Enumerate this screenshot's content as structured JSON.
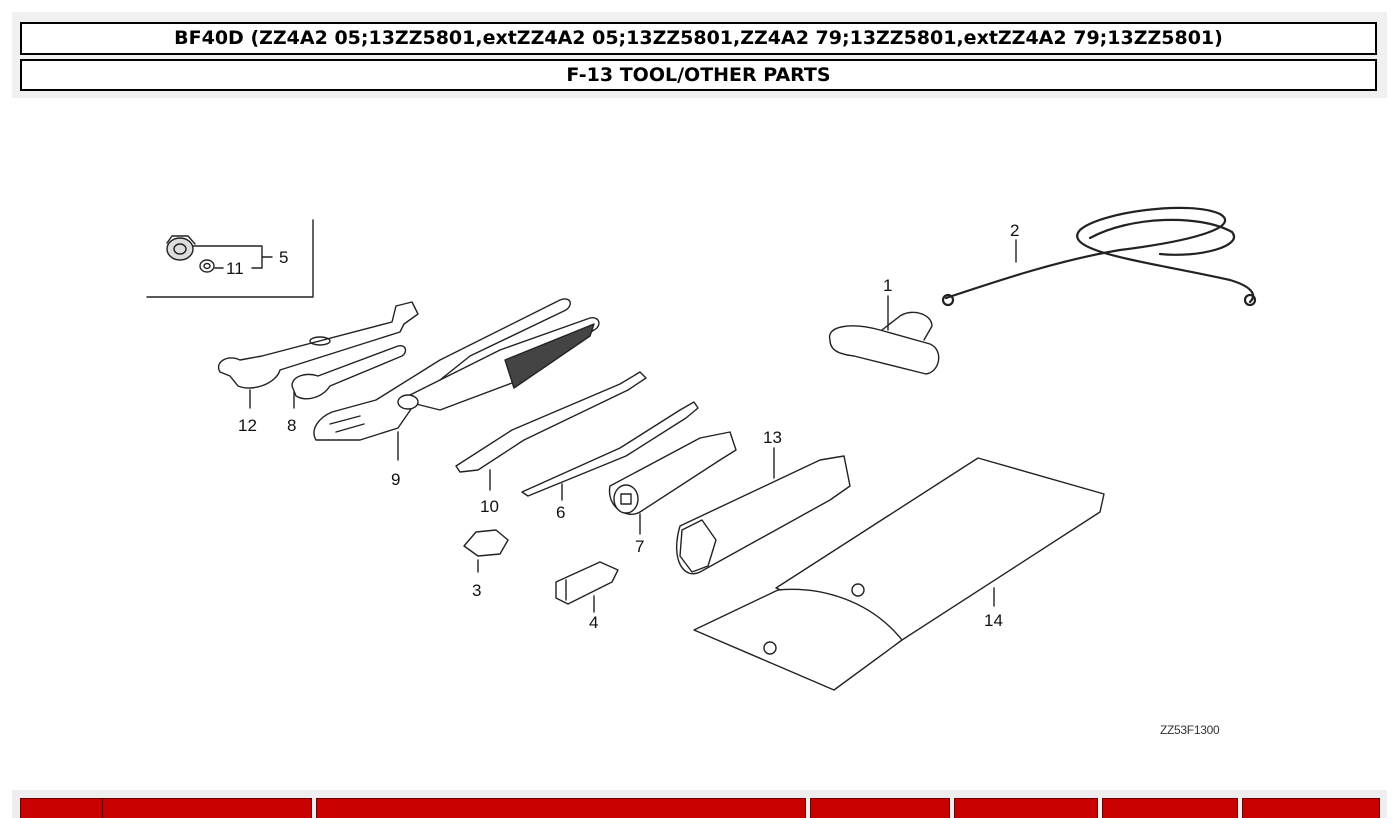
{
  "header": {
    "model_title": "BF40D (ZZ4A2 05;13ZZ5801,extZZ4A2 05;13ZZ5801,ZZ4A2 79;13ZZ5801,extZZ4A2 79;13ZZ5801)",
    "section_title": "F-13 TOOL/OTHER PARTS"
  },
  "diagram": {
    "figure_code": "ZZ53F1300",
    "callouts": [
      "1",
      "2",
      "3",
      "4",
      "5",
      "6",
      "7",
      "8",
      "9",
      "10",
      "11",
      "12",
      "13",
      "14"
    ]
  },
  "table": {
    "header_color": "#c80000",
    "column_count": 7
  }
}
